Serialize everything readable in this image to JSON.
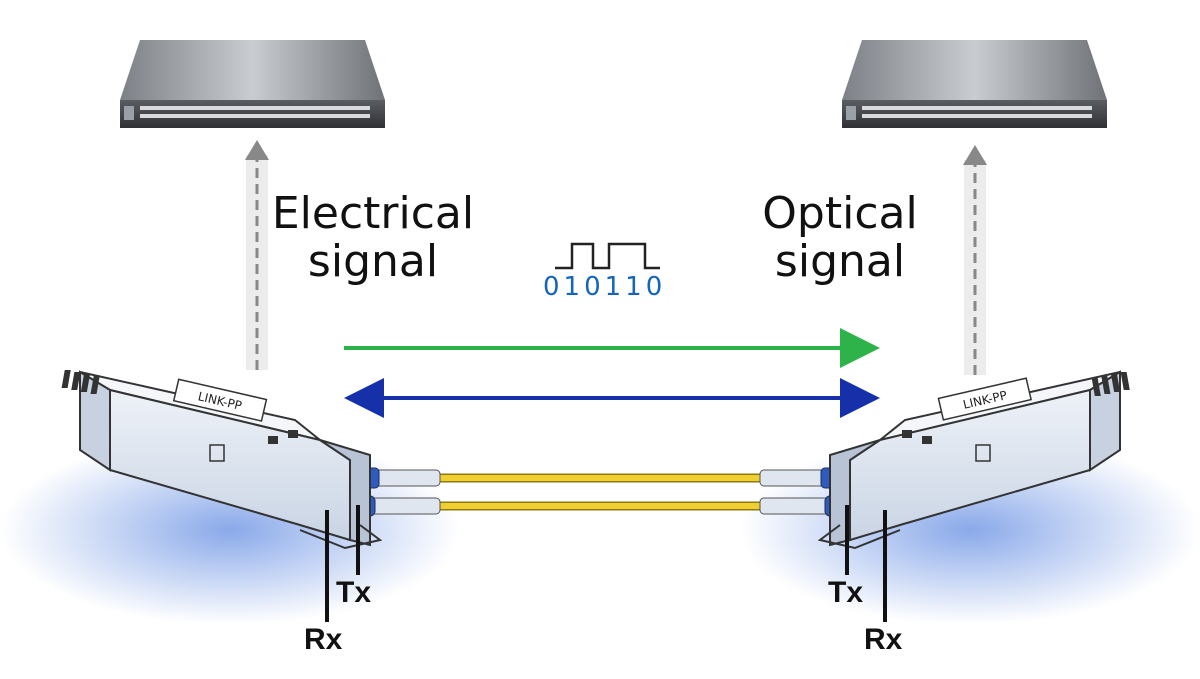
{
  "labels": {
    "electrical_line1": "Electrical",
    "electrical_line2": "signal",
    "optical_line1": "Optical",
    "optical_line2": "signal",
    "bits": "010110",
    "tx_left": "Tx",
    "rx_left": "Rx",
    "tx_right": "Tx",
    "rx_right": "Rx",
    "brand_left": "LINK-PP",
    "brand_right": "LINK-PP"
  },
  "colors": {
    "green_arrow": "#2db34a",
    "blue_arrow": "#1530a8",
    "fiber": "#f0d030",
    "bits_text": "#1565c0",
    "module_outline": "#333333",
    "switch_body": "#8a8d92"
  },
  "icons": {
    "switch": "network-switch-icon",
    "transceiver": "sfp-transceiver-icon",
    "fiber": "fiber-cable-icon",
    "square_wave": "square-wave-icon"
  }
}
